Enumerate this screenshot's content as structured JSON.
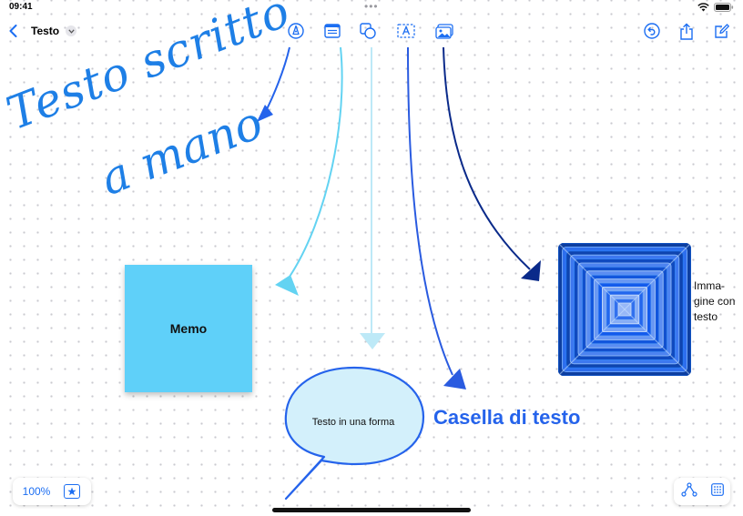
{
  "status_bar": {
    "time": "09:41"
  },
  "toolbar": {
    "title": "Testo",
    "icons": [
      "back-chevron-icon",
      "title-chevron-icon",
      "pen-icon",
      "sticky-note-icon",
      "shapes-icon",
      "text-box-icon",
      "media-icon",
      "undo-icon",
      "share-icon",
      "new-board-icon"
    ]
  },
  "canvas": {
    "handwritten_text": [
      "Testo scritto",
      "a mano"
    ],
    "sticky_note": "Memo",
    "shape_text": "Testo in una forma",
    "text_box": "Casella di testo",
    "image_caption": [
      "Imma-",
      "gine con",
      "testo"
    ],
    "colors": {
      "handwriting": "#1e7fe6",
      "sticky_note": "#5fd0f9",
      "shape_fill": "#d3f0fb",
      "shape_stroke": "#2563eb",
      "text_box": "#2563eb",
      "arrow_pen": "#2563eb",
      "arrow_note": "#63d3f2",
      "arrow_shape": "#bde9f7",
      "arrow_textbox": "#2a5be0",
      "arrow_media": "#0a2a8a",
      "accent": "#1c6ef2"
    }
  },
  "bottom": {
    "zoom": "100%"
  }
}
